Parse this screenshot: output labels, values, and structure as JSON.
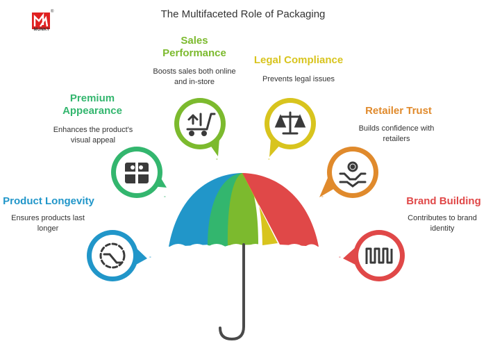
{
  "title": "The Multifaceted Role of Packaging",
  "logo": {
    "text": "MUNKY",
    "mark": "®"
  },
  "items": [
    {
      "key": "longevity",
      "label": "Product Longevity",
      "desc": "Ensures products last longer",
      "color": "#2196c9",
      "icon": "clock-icon"
    },
    {
      "key": "premium",
      "label": "Premium Appearance",
      "desc": "Enhances the product's visual appeal",
      "color": "#33b66e",
      "icon": "gift-icon"
    },
    {
      "key": "sales",
      "label": "Sales Performance",
      "desc": "Boosts sales both online and in-store",
      "color": "#7cba2e",
      "icon": "cart-icon"
    },
    {
      "key": "legal",
      "label": "Legal Compliance",
      "desc": "Prevents legal issues",
      "color": "#d8c41e",
      "icon": "scale-icon"
    },
    {
      "key": "retailer",
      "label": "Retailer Trust",
      "desc": "Builds confidence with retailers",
      "color": "#e08a2c",
      "icon": "handshake-icon"
    },
    {
      "key": "brand",
      "label": "Brand Building",
      "desc": "Contributes to brand identity",
      "color": "#e04848",
      "icon": "wave-icon"
    }
  ]
}
